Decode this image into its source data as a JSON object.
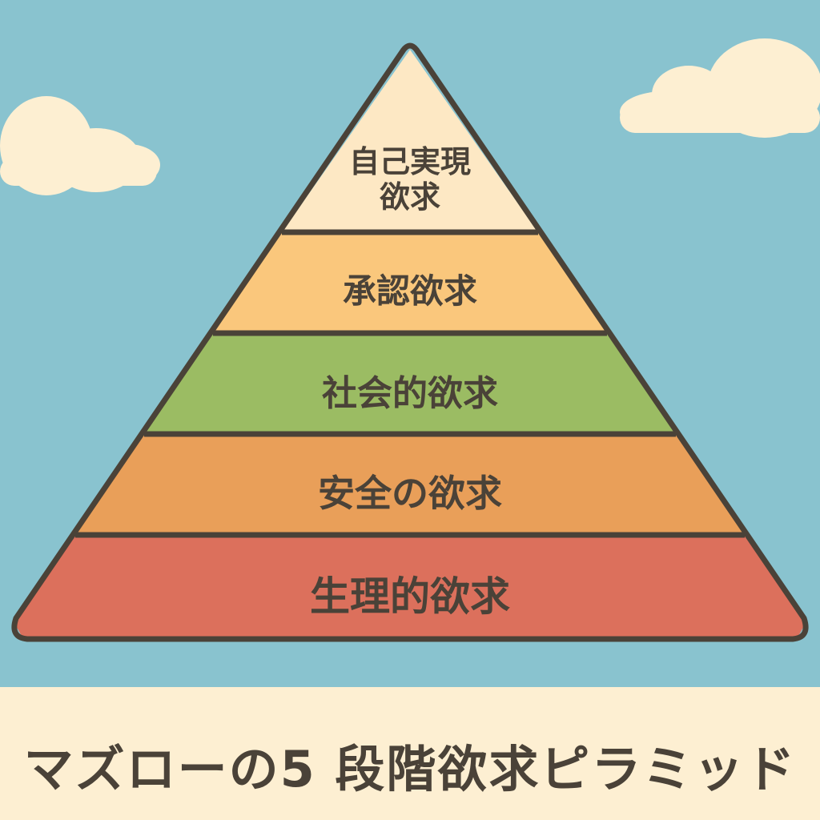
{
  "colors": {
    "sky": "#89c3cf",
    "cloud": "#fdefd2",
    "outline": "#4a4238",
    "tier_1": "#fde8c4",
    "tier_2": "#fac77c",
    "tier_3": "#9bbc63",
    "tier_4": "#e99f59",
    "tier_5": "#dc705c"
  },
  "pyramid": {
    "tiers": [
      {
        "line1": "自己実現",
        "line2": "欲求"
      },
      {
        "label": "承認欲求"
      },
      {
        "label": "社会的欲求"
      },
      {
        "label": "安全の欲求"
      },
      {
        "label": "生理的欲求"
      }
    ]
  },
  "caption": "マズローの5 段階欲求ピラミッド"
}
